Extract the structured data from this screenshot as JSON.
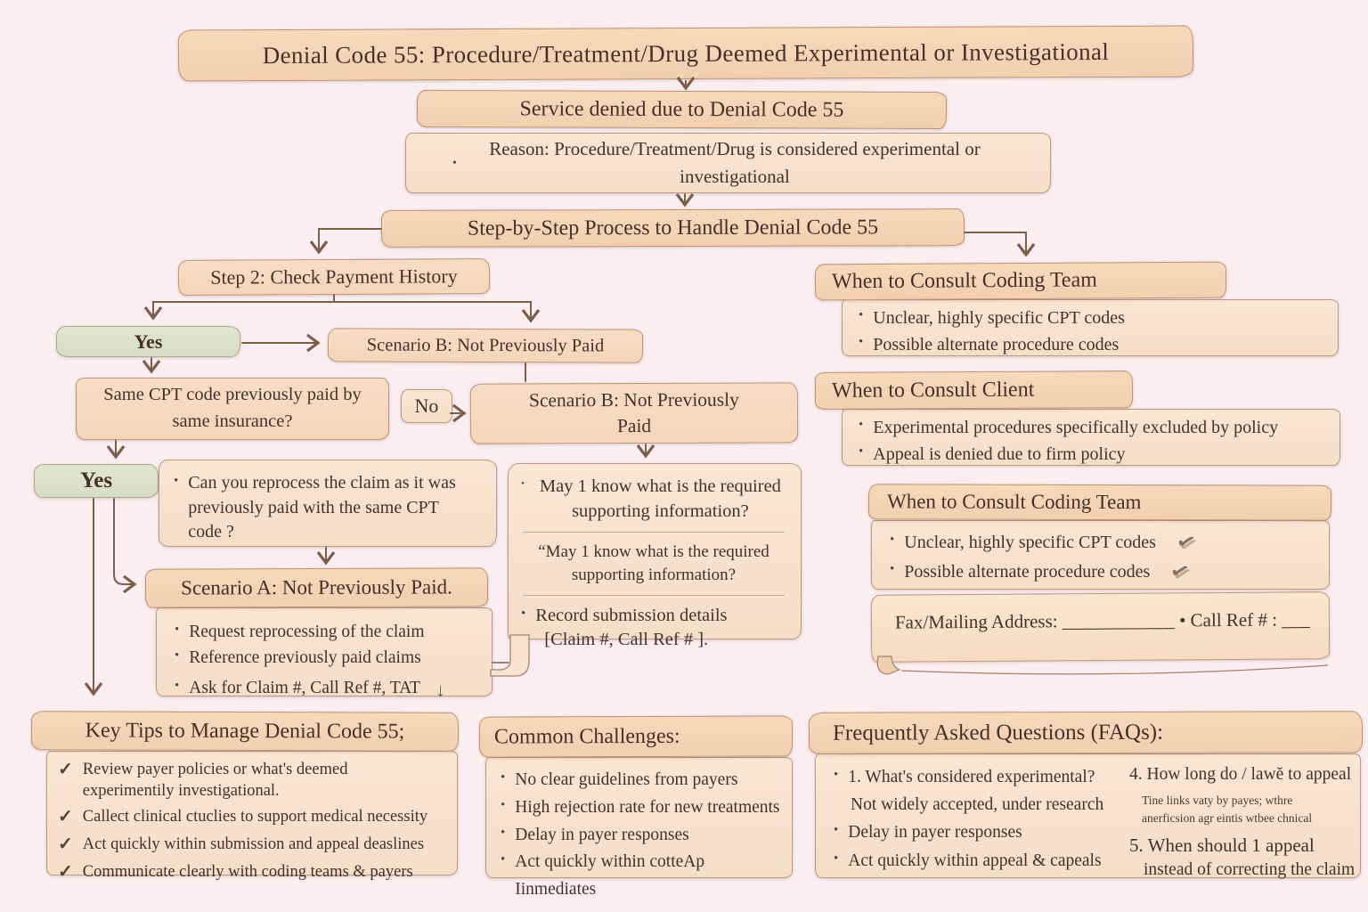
{
  "palette": {
    "background": "#fbeef1",
    "box_header": "#f3d3b5",
    "box_body": "#f8e3d1",
    "green_box": "#dce3cb",
    "text": "#46302a",
    "line": "#7d5e4a"
  },
  "icons": {
    "bullet": "•",
    "check": "✓",
    "double_check": "✓",
    "down_arrow": "↓"
  },
  "title": "Denial Code 55: Procedure/Treatment/Drug Deemed Experimental or Investigational",
  "flow": {
    "service": "Service denied due to Denial Code 55",
    "reason": "Reason: Procedure/Treatment/Drug is considered experimental or investigational",
    "step_process": "Step-by-Step Process to Handle Denial Code 55",
    "step2": "Step 2: Check Payment History",
    "yes1": "Yes",
    "scenario_b": "Scenario B: Not Previously Paid",
    "same_cpt": "Same CPT code previously paid by same insurance?",
    "no": "No",
    "scenario_b2": "Scenario B: Not Previously Paid",
    "yes2": "Yes",
    "reprocess_question": "Can you reprocess the claim as it was previously paid with the same CPT code ?",
    "scenario_a_title": "Scenario A: Not Previously Paid.",
    "scenario_a_items": [
      "Request reprocessing of the claim",
      "Reference previously paid claims",
      "Ask for Claim #, Call Ref #, TAT"
    ],
    "bubble_q1": "May 1 know what is the required supporting information?",
    "bubble_q2": "“May 1 know what is the required supporting information?",
    "record_line1": "Record submission details",
    "record_line2": "[Claim #, Call Ref # ]."
  },
  "right": {
    "coding_team_1": {
      "title": "When to Consult Coding Team",
      "items": [
        "Unclear, highly specific CPT codes",
        "Possible alternate procedure codes"
      ]
    },
    "client": {
      "title": "When to Consult Client",
      "items": [
        "Experimental procedures specifically excluded by policy",
        "Appeal is denied due to firm policy"
      ]
    },
    "coding_team_2": {
      "title": "When to Consult Coding Team",
      "items": [
        "Unclear, highly specific CPT codes",
        "Possible alternate procedure codes"
      ]
    },
    "fax_line": "Fax/Mailing Address: ____________ • Call Ref # : ___"
  },
  "bottom": {
    "key_tips": {
      "title": "Key Tips to Manage Denial Code 55;",
      "items": [
        "Review payer policies or what's deemed experimentily investigational.",
        "Callect clinical ctuclies to support medical necessity",
        "Act quickly within submission and appeal deaslines",
        "Communicate clearly with coding teams & payers"
      ]
    },
    "challenges": {
      "title": "Common Challenges:",
      "items": [
        "No clear guidelines from payers",
        "High rejection rate for new treatments",
        "Delay in payer responses",
        "Act quickly within cotteAp Iinmediates"
      ]
    },
    "faqs": {
      "title": "Frequently Asked Questions (FAQs):",
      "left_items": [
        "1. What's considered experimental?",
        "Not widely accepted, under research",
        "Delay in payer responses",
        "Act quickly within appeal & capeals"
      ],
      "right_items": [
        "4. How long do / lawĕ to appeal",
        "Tine links vaty by payes; wthre",
        "anerficsion agr eintis wtbee chnical",
        "5. When should 1 appeal",
        "instead of correcting the claim"
      ]
    }
  }
}
